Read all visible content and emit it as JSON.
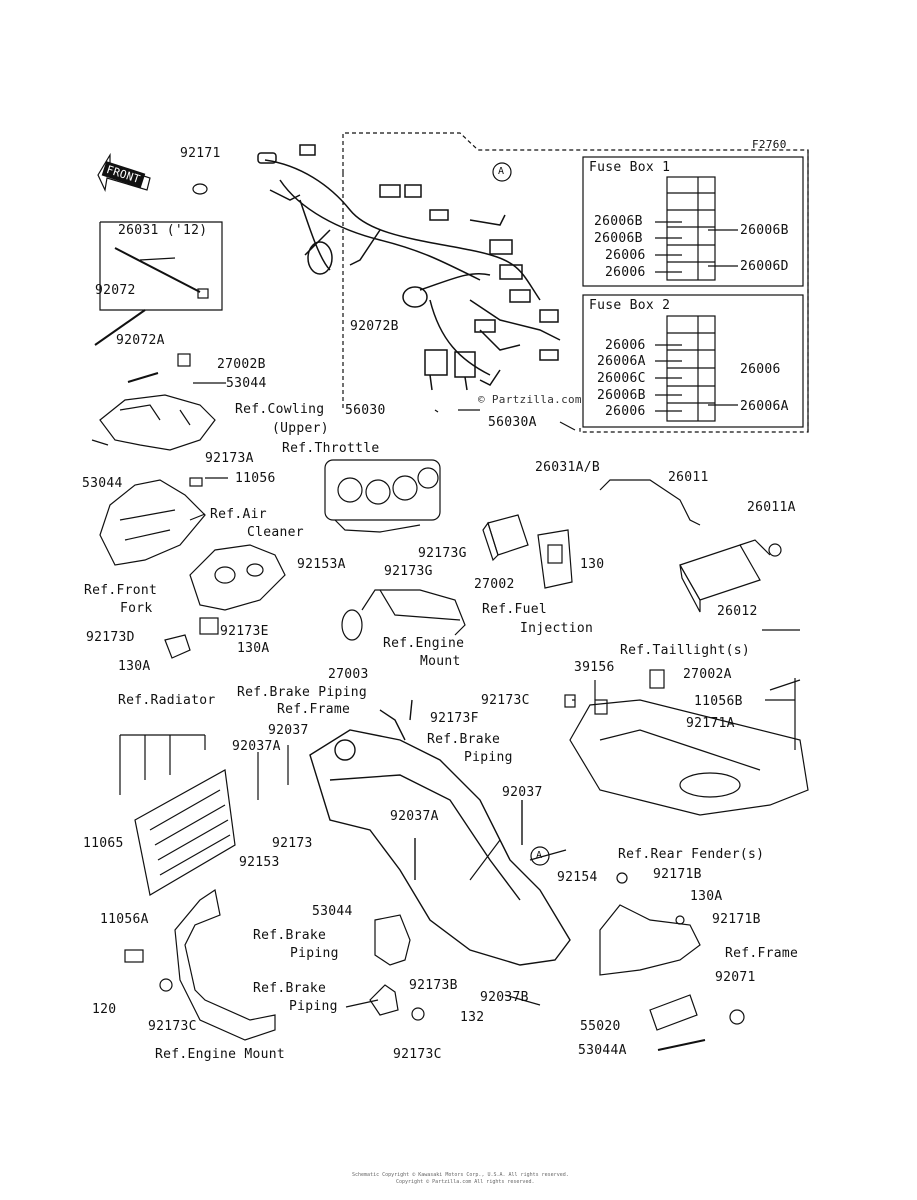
{
  "figure_id": "F2760",
  "front_label": "FRONT",
  "fuse_box_1": {
    "title": "Fuse Box 1",
    "left_labels": [
      "26006B",
      "26006B",
      "26006",
      "26006"
    ],
    "right_labels": [
      "26006B",
      "26006D"
    ]
  },
  "fuse_box_2": {
    "title": "Fuse Box 2",
    "left_labels": [
      "26006",
      "26006A",
      "26006C",
      "26006B",
      "26006"
    ],
    "right_labels": [
      "26006",
      "26006A"
    ]
  },
  "callout_a": "A",
  "watermark": "© Partzilla.com",
  "part_labels": {
    "p92171": "92171",
    "p26031_12": "26031 ('12)",
    "p92072": "92072",
    "p92072A": "92072A",
    "p27002B": "27002B",
    "p53044_top": "53044",
    "ref_cowling": "Ref.Cowling",
    "ref_cowling_2": "(Upper)",
    "p53044_left": "53044",
    "p92173A": "92173A",
    "p11056": "11056",
    "ref_air": "Ref.Air",
    "ref_air_2": "Cleaner",
    "ref_front_fork": "Ref.Front",
    "ref_front_fork_2": "Fork",
    "p92173D": "92173D",
    "p92173E": "92173E",
    "p130A_1": "130A",
    "p130A_2": "130A",
    "p92072B": "92072B",
    "p56030": "56030",
    "p56030A": "56030A",
    "p26031AB": "26031A/B",
    "ref_throttle": "Ref.Throttle",
    "p92173G_1": "92173G",
    "p92173G_2": "92173G",
    "p27002": "27002",
    "p130": "130",
    "p26011": "26011",
    "p26011A": "26011A",
    "p26012": "26012",
    "p92153A": "92153A",
    "ref_fuel": "Ref.Fuel",
    "ref_fuel_2": "Injection",
    "ref_engine_mount_1": "Ref.Engine",
    "ref_engine_mount_1b": "Mount",
    "p27003": "27003",
    "ref_taillight": "Ref.Taillight(s)",
    "p39156": "39156",
    "p27002A": "27002A",
    "p11056B": "11056B",
    "p92171A": "92171A",
    "ref_radiator": "Ref.Radiator",
    "ref_brake_piping_1": "Ref.Brake Piping",
    "ref_frame_1": "Ref.Frame",
    "p92173C_top": "92173C",
    "p92173F": "92173F",
    "ref_brake_piping_2": "Ref.Brake",
    "ref_brake_piping_2b": "Piping",
    "p92037_1": "92037",
    "p92037A_1": "92037A",
    "p11065": "11065",
    "p92173": "92173",
    "p92153": "92153",
    "p92037A_2": "92037A",
    "p92037_2": "92037",
    "ref_rear_fender": "Ref.Rear Fender(s)",
    "p92154": "92154",
    "p92171B_1": "92171B",
    "p130A_3": "130A",
    "p92171B_2": "92171B",
    "ref_frame_2": "Ref.Frame",
    "p53044_mid": "53044",
    "p11056A": "11056A",
    "ref_brake_piping_3": "Ref.Brake",
    "ref_brake_piping_3b": "Piping",
    "p120": "120",
    "ref_brake_piping_4": "Ref.Brake",
    "ref_brake_piping_4b": "Piping",
    "p92173B": "92173B",
    "p92037B": "92037B",
    "p132": "132",
    "p92071": "92071",
    "p92173C_1": "92173C",
    "ref_engine_mount_2": "Ref.Engine Mount",
    "p92173C_2": "92173C",
    "p55020": "55020",
    "p53044A": "53044A"
  },
  "footer_line1": "Schematic Copyright © Kawasaki Motors Corp., U.S.A. All rights reserved.",
  "footer_line2": "Copyright © Partzilla.com All rights reserved."
}
